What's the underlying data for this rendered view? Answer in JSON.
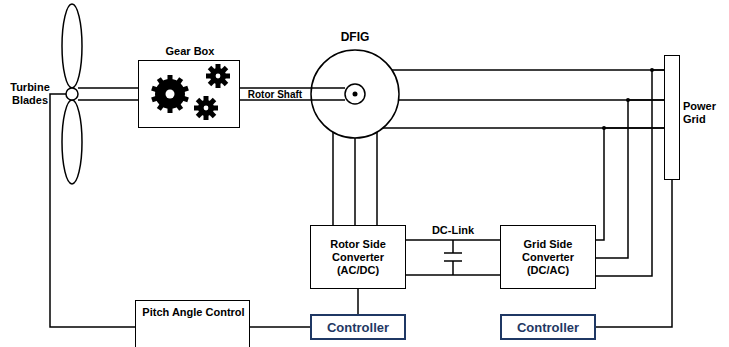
{
  "diagram": {
    "nodes": [
      {
        "text": [
          "Gear Box"
        ]
      },
      {
        "text": [
          "DFIG"
        ]
      },
      {
        "text": [
          "Power Grid"
        ]
      },
      {
        "text": [
          "Rotor Side Converter (AC/DC)"
        ]
      },
      {
        "text": [
          "Grid Side Converter (DC/AC)"
        ]
      },
      {
        "text": [
          "Pitch Angle Control"
        ]
      },
      {
        "text": [
          "Controller"
        ]
      },
      {
        "text": [
          "Controller"
        ]
      }
    ],
    "edges": [
      {
        "from": 0,
        "to": 1,
        "label": "Rotor Shaft",
        "arrow": "none"
      },
      {
        "from": 1,
        "to": 2,
        "arrow": "none"
      },
      {
        "from": 1,
        "to": 3,
        "arrow": "none"
      },
      {
        "from": 3,
        "to": 4,
        "arrow": "none"
      },
      {
        "from": 4,
        "to": 2,
        "arrow": "none"
      },
      {
        "from": 3,
        "to": 6,
        "arrow": "none"
      },
      {
        "from": 6,
        "to": 5,
        "arrow": "none"
      },
      {
        "from": 2,
        "to": 7,
        "arrow": "none"
      }
    ],
    "labels": [
      "Turbine Blades",
      "DC-Link"
    ]
  }
}
